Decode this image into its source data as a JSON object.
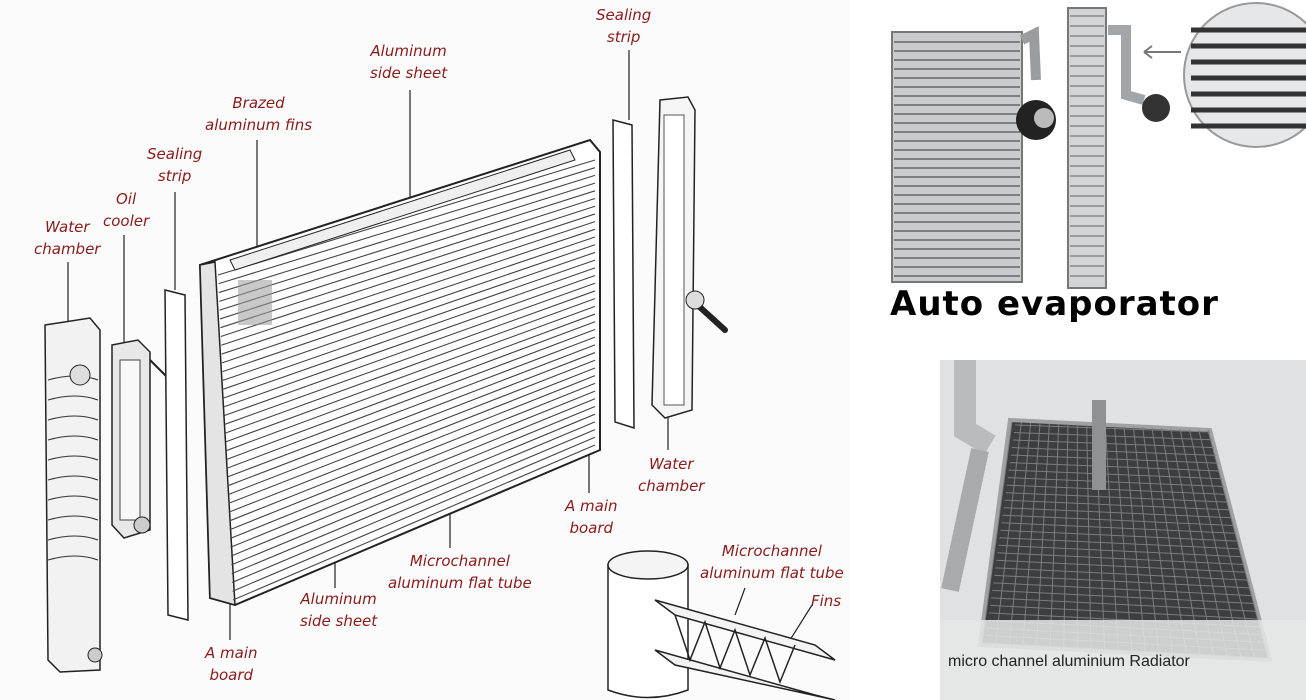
{
  "diagram": {
    "labels": {
      "sealing_strip_right": [
        "Sealing",
        "strip"
      ],
      "aluminum_side_sheet_top": [
        "Aluminum",
        "side sheet"
      ],
      "brazed_fins": [
        "Brazed",
        "aluminum fins"
      ],
      "sealing_strip_left": [
        "Sealing",
        "strip"
      ],
      "oil_cooler": [
        "Oil",
        "cooler"
      ],
      "water_chamber_left": [
        "Water",
        "chamber"
      ],
      "water_chamber_right": [
        "Water",
        "chamber"
      ],
      "main_board_right": [
        "A main",
        "board"
      ],
      "microchannel_tube_center": [
        "Microchannel",
        "aluminum flat tube"
      ],
      "aluminum_side_sheet_bottom": [
        "Aluminum",
        "side sheet"
      ],
      "main_board_bottom": [
        "A main",
        "board"
      ],
      "microchannel_tube_inset": [
        "Microchannel",
        "aluminum flat tube"
      ],
      "fins": [
        "Fins"
      ]
    }
  },
  "evaporator": {
    "title": "Auto evaporator"
  },
  "radiator_photo": {
    "caption": "micro channel aluminium Radiator"
  }
}
